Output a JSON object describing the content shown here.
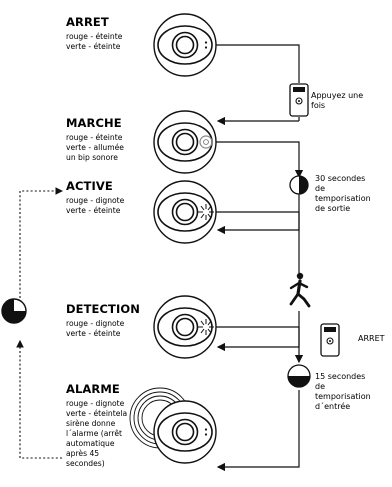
{
  "states": [
    {
      "title": "ARRET",
      "lines": [
        "rouge - éteinte",
        "verte - éteinte"
      ]
    },
    {
      "title": "MARCHE",
      "lines": [
        "rouge - éteinte",
        "verte - allumée",
        "un bip sonore"
      ]
    },
    {
      "title": "ACTIVE",
      "lines": [
        "rouge - dignote",
        "verte - éteinte"
      ]
    },
    {
      "title": "DETECTION",
      "lines": [
        "rouge - dignote",
        "verte - éteinte"
      ]
    },
    {
      "title": "ALARME",
      "lines": [
        "rouge - dignote",
        "verte - éteintela",
        "sirène donne",
        "l´alarme (arrêt",
        "automatique",
        "après 45",
        "secondes)"
      ]
    }
  ],
  "transitions": {
    "remote_on": [
      "Appuyez une",
      "fois"
    ],
    "exit_delay": [
      "30 secondes",
      "de",
      "temporisation",
      "de sortie"
    ],
    "remote_off": [
      "ARRET"
    ],
    "entry_delay": [
      "15 secondes",
      "de",
      "temporisation",
      "d´entrée"
    ]
  },
  "icons": {
    "device": "motion-detector-icon",
    "remote": "remote-control-icon",
    "timer": "timer-icon",
    "person": "walking-person-icon",
    "siren": "siren-waves-icon"
  }
}
